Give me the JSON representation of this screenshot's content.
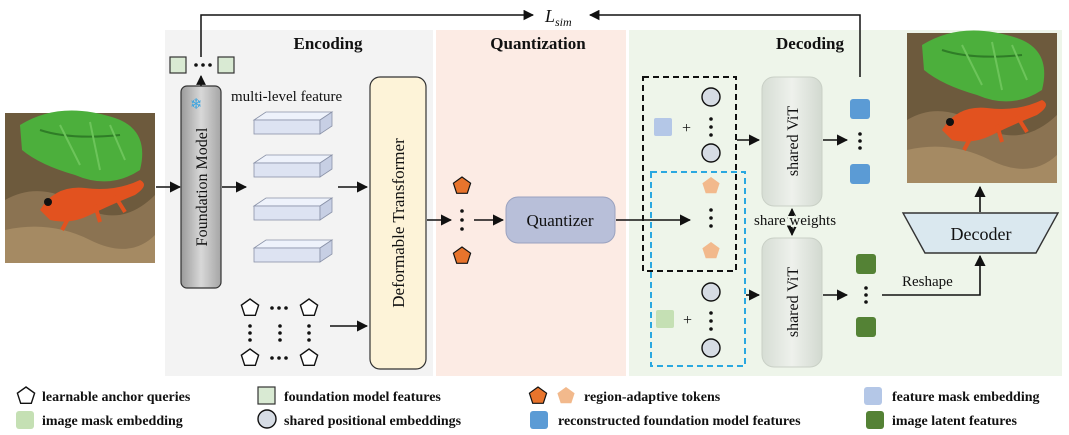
{
  "sections": {
    "encoding": "Encoding",
    "quantization": "Quantization",
    "decoding": "Decoding"
  },
  "loss_label": {
    "main": "L",
    "sub": "sim"
  },
  "blocks": {
    "foundation_model": "Foundation Model",
    "multi_level_feature": "multi-level feature",
    "deformable_transformer": "Deformable Transformer",
    "quantizer": "Quantizer",
    "shared_vit_top": "shared ViT",
    "shared_vit_bottom": "shared ViT",
    "share_weights": "share weights",
    "decoder": "Decoder",
    "reshape": "Reshape"
  },
  "glyphs": {
    "snowflake": "❄",
    "plus": "+"
  },
  "legend": [
    {
      "text": "learnable anchor queries"
    },
    {
      "text": "foundation model features"
    },
    {
      "text": "region-adaptive tokens"
    },
    {
      "text": "feature mask embedding"
    },
    {
      "text": "image mask embedding"
    },
    {
      "text": "shared positional embeddings"
    },
    {
      "text": "reconstructed foundation model features"
    },
    {
      "text": "image latent features"
    }
  ],
  "colors": {
    "encoding_bg": "#f3f3f3",
    "quantization_bg": "#fcebe4",
    "decoding_bg": "#eef5ea",
    "feature_green": "#d9ead3",
    "token_orange": "#e8742c",
    "token_light_orange": "#f2b98c",
    "feature_mask_blue": "#b4c7e7",
    "image_mask_green": "#c5e0b4",
    "reconstructed_blue": "#5b9bd5",
    "latent_green": "#548235",
    "quantizer_fill": "#b8bfd9",
    "deformable_fill": "#fdf3d8"
  }
}
